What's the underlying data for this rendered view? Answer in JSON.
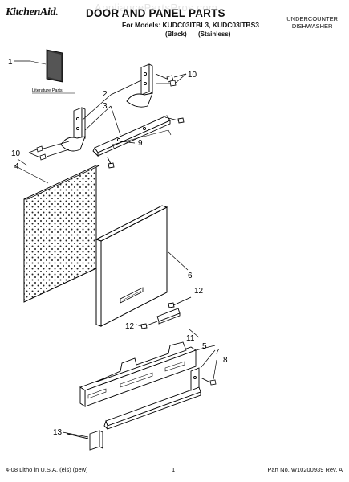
{
  "header": {
    "brand": "KitchenAid.",
    "title": "DOOR AND PANEL PARTS",
    "models": "For Models: KUDC03ITBL3, KUDC03ITBS3",
    "variant_black": "(Black)",
    "variant_stainless": "(Stainless)",
    "category_line1": "UNDERCOUNTER",
    "category_line2": "DISHWASHER",
    "watermark": "AppliancePartsPros.com"
  },
  "callouts": {
    "c1": "1",
    "c2": "2",
    "c3": "3",
    "c4": "4",
    "c5": "5",
    "c6": "6",
    "c7": "7",
    "c8": "8",
    "c9": "9",
    "c10a": "10",
    "c10b": "10",
    "c11": "11",
    "c12a": "12",
    "c12b": "12",
    "c13": "13"
  },
  "literature_label": "Literature Parts",
  "footer": {
    "left": "4-08 Litho in U.S.A. (els) (pew)",
    "page": "1",
    "part_no": "Part No. W10200939 Rev. A"
  }
}
